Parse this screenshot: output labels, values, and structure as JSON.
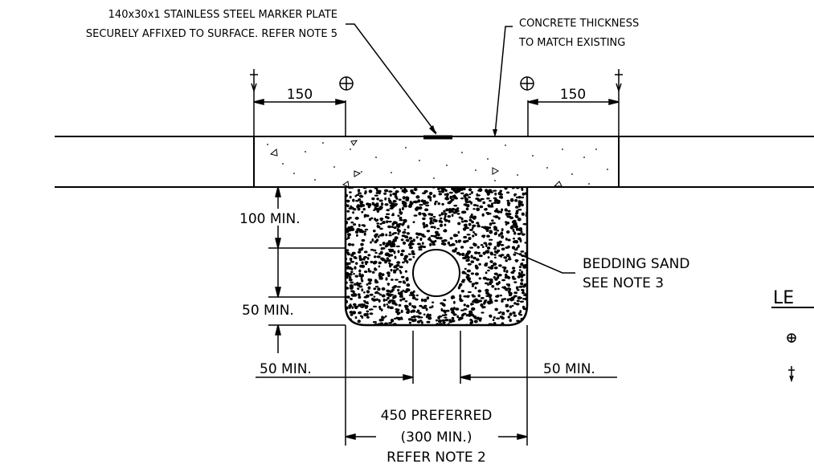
{
  "labels": {
    "marker_plate_line1": "140x30x1 STAINLESS STEEL MARKER PLATE",
    "marker_plate_line2": "SECURELY AFFIXED TO SURFACE. REFER NOTE 5",
    "concrete_line1": "CONCRETE THICKNESS",
    "concrete_line2": "TO MATCH EXISTING",
    "dim_left_150": "150",
    "dim_right_150": "150",
    "dim_100_min": "100 MIN.",
    "dim_50_min_vertical": "50 MIN.",
    "bedding_line1": "BEDDING SAND",
    "bedding_line2": "SEE NOTE 3",
    "dim_50_min_left": "50 MIN.",
    "dim_50_min_right": "50 MIN.",
    "width_line1": "450 PREFERRED",
    "width_line2": "(300 MIN.)",
    "width_line3": "REFER NOTE 2",
    "legend_title": "LE"
  },
  "symbols": {
    "survey_mark": "circle-cross-symbol",
    "saw_cut": "dagger-symbol"
  },
  "colors": {
    "line": "#000000",
    "background": "#ffffff"
  }
}
